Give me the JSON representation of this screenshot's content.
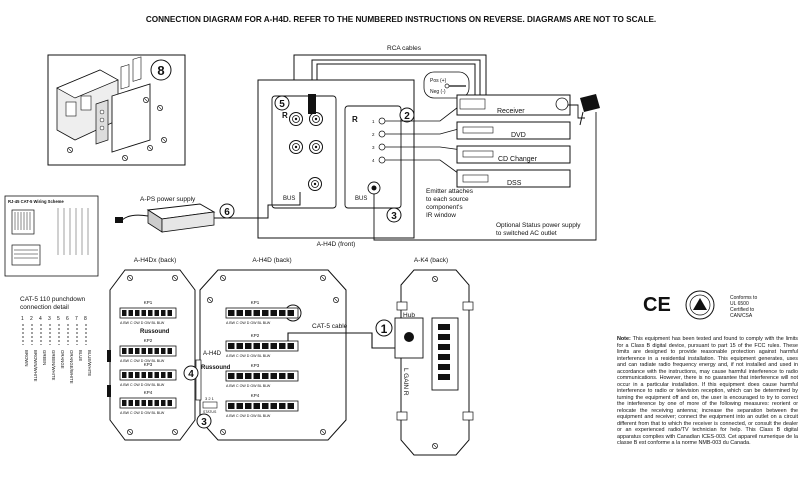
{
  "header": {
    "title": "CONNECTION DIAGRAM FOR A-H4D. REFER TO THE NUMBERED INSTRUCTIONS ON REVERSE. DIAGRAMS ARE NOT TO SCALE."
  },
  "labels": {
    "rca_cables": "RCA cables",
    "receiver": "Receiver",
    "dvd": "DVD",
    "cd_changer": "CD Changer",
    "dss": "DSS",
    "power_supply": "A-PS power supply",
    "emitter_note_1": "Emitter attaches",
    "emitter_note_2": "to each source",
    "emitter_note_3": "component's",
    "emitter_note_4": "IR window",
    "status_note_1": "Optional Status power supply",
    "status_note_2": "to switched AC outlet",
    "front_caption": "A-H4D (front)",
    "h4dx_back": "A-H4Dx (back)",
    "h4d_back": "A-H4D (back)",
    "k4_back": "A-K4 (back)",
    "cat5_cable": "CAT-5 cable",
    "hub": "Hub",
    "gain": "L GAIN R",
    "a_h4d": "A-H4D",
    "russound": "Russound",
    "wiring_scheme": "RJ-45 CAT-5 Wiring Scheme",
    "punchdown_1": "CAT-5 110 punchdown",
    "punchdown_2": "connection detail",
    "pos": "Pos (+)",
    "neg": "Neg (-)",
    "kp1": "KP1",
    "kp2": "KP2",
    "kp3": "KP3",
    "kp4": "KP4",
    "bus": "BUS",
    "status_word": "STATUS",
    "term_row": "A BW C OW D GW BL BLW",
    "status_pins": "3 2 1",
    "pin_numbers": [
      "1",
      "2",
      "3",
      "4",
      "5",
      "6",
      "7",
      "8"
    ],
    "wire_colors": [
      "BROWN",
      "BROWN/WHITE",
      "GREEN",
      "GREEN/WHITE",
      "ORANGE",
      "ORANGE/WHITE",
      "BLUE",
      "BLUE/WHITE"
    ]
  },
  "steps": [
    "1",
    "2",
    "3",
    "4",
    "5",
    "6",
    "8"
  ],
  "certification": {
    "ce": "CE",
    "ul_line1": "Conforms to",
    "ul_line2": "UL 6500",
    "ul_line3": "Certified to",
    "ul_line4": "CAN/CSA"
  },
  "note": {
    "lead": "Note:",
    "text": "This equipment has been tested and found to comply with the limits for a Class B digital device, pursuant to part 15 of the FCC rules. These limits are designed to provide reasonable protection against harmful interference in a residential installation. This equipment generates, uses and can radiate radio frequency energy and, if not installed and used in accordance with the instructions, may cause harmful interference to radio communications. However, there is no guarantee that interference will not occur in a particular installation. If this equipment does cause harmful interference to radio or television reception, which can be determined by turning the equipment off and on, the user is encouraged to try to correct the interference by one of more of the following measures: reorient or relocate the receiving antenna; increase the separation between the equipment and receiver; connect the equipment into an outlet on a circuit different from that to which the receiver is connected, or consult the dealer or an experienced radio/TV technician for help. This Class B digital apparatus complies with Canadian ICES-003. Cet appareil numerique de la classe B est conforme a la norme NMB-003 du Canada."
  }
}
